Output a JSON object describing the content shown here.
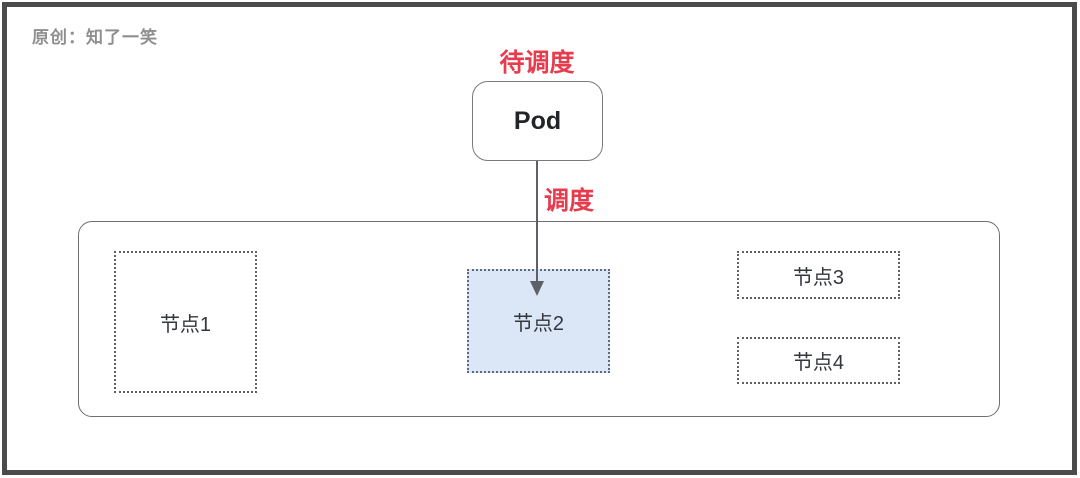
{
  "attribution": {
    "text": "原创：知了一笑"
  },
  "pod": {
    "label": "Pod",
    "status_label": "待调度"
  },
  "arrow": {
    "label": "调度",
    "from": "pod",
    "to": "node-2"
  },
  "cluster": {
    "nodes": [
      {
        "id": "node-1",
        "label": "节点1",
        "highlighted": false
      },
      {
        "id": "node-2",
        "label": "节点2",
        "highlighted": true
      },
      {
        "id": "node-3",
        "label": "节点3",
        "highlighted": false
      },
      {
        "id": "node-4",
        "label": "节点4",
        "highlighted": false
      }
    ]
  },
  "colors": {
    "accent_red": "#e73b4e",
    "highlight_node_fill": "#dbe7f7",
    "frame_border": "#4b4b4b",
    "diagram_border_gray": "#6f6f6f",
    "attribution_gray": "#8f8f8f"
  }
}
